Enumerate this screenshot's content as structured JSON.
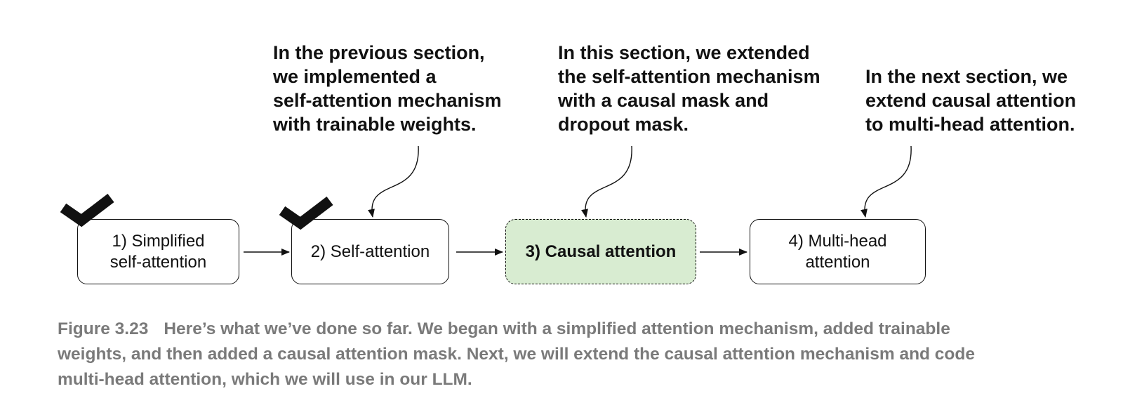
{
  "annotations": [
    {
      "lines": [
        "In the previous section,",
        "we implemented a",
        "self-attention mechanism",
        "with trainable weights."
      ]
    },
    {
      "lines": [
        "In this section, we extended",
        "the self-attention mechanism",
        "with a causal mask and",
        "dropout mask."
      ]
    },
    {
      "lines": [
        "In the next section, we",
        "extend causal attention",
        "to multi-head attention."
      ]
    }
  ],
  "steps": [
    {
      "lines": [
        "1) Simplified",
        "self-attention"
      ],
      "completed": true,
      "current": false
    },
    {
      "lines": [
        "2) Self-attention"
      ],
      "completed": true,
      "current": false
    },
    {
      "lines": [
        "3) Causal attention"
      ],
      "completed": false,
      "current": true
    },
    {
      "lines": [
        "4) Multi-head",
        "attention"
      ],
      "completed": false,
      "current": false
    }
  ],
  "caption": {
    "label": "Figure 3.23",
    "lines": [
      "Here’s what we’ve done so far. We began with a simplified attention mechanism, added trainable",
      "weights, and then added a causal attention mask. Next, we will extend the causal attention mechanism and code",
      "multi-head attention, which we will use in our LLM."
    ]
  },
  "colors": {
    "current_step_fill": "#d8ecd1",
    "stroke": "#111111",
    "caption_text": "#7a7a7a",
    "checkmark": "#111111"
  },
  "icons": {
    "completed_marker": "checkmark-icon"
  }
}
